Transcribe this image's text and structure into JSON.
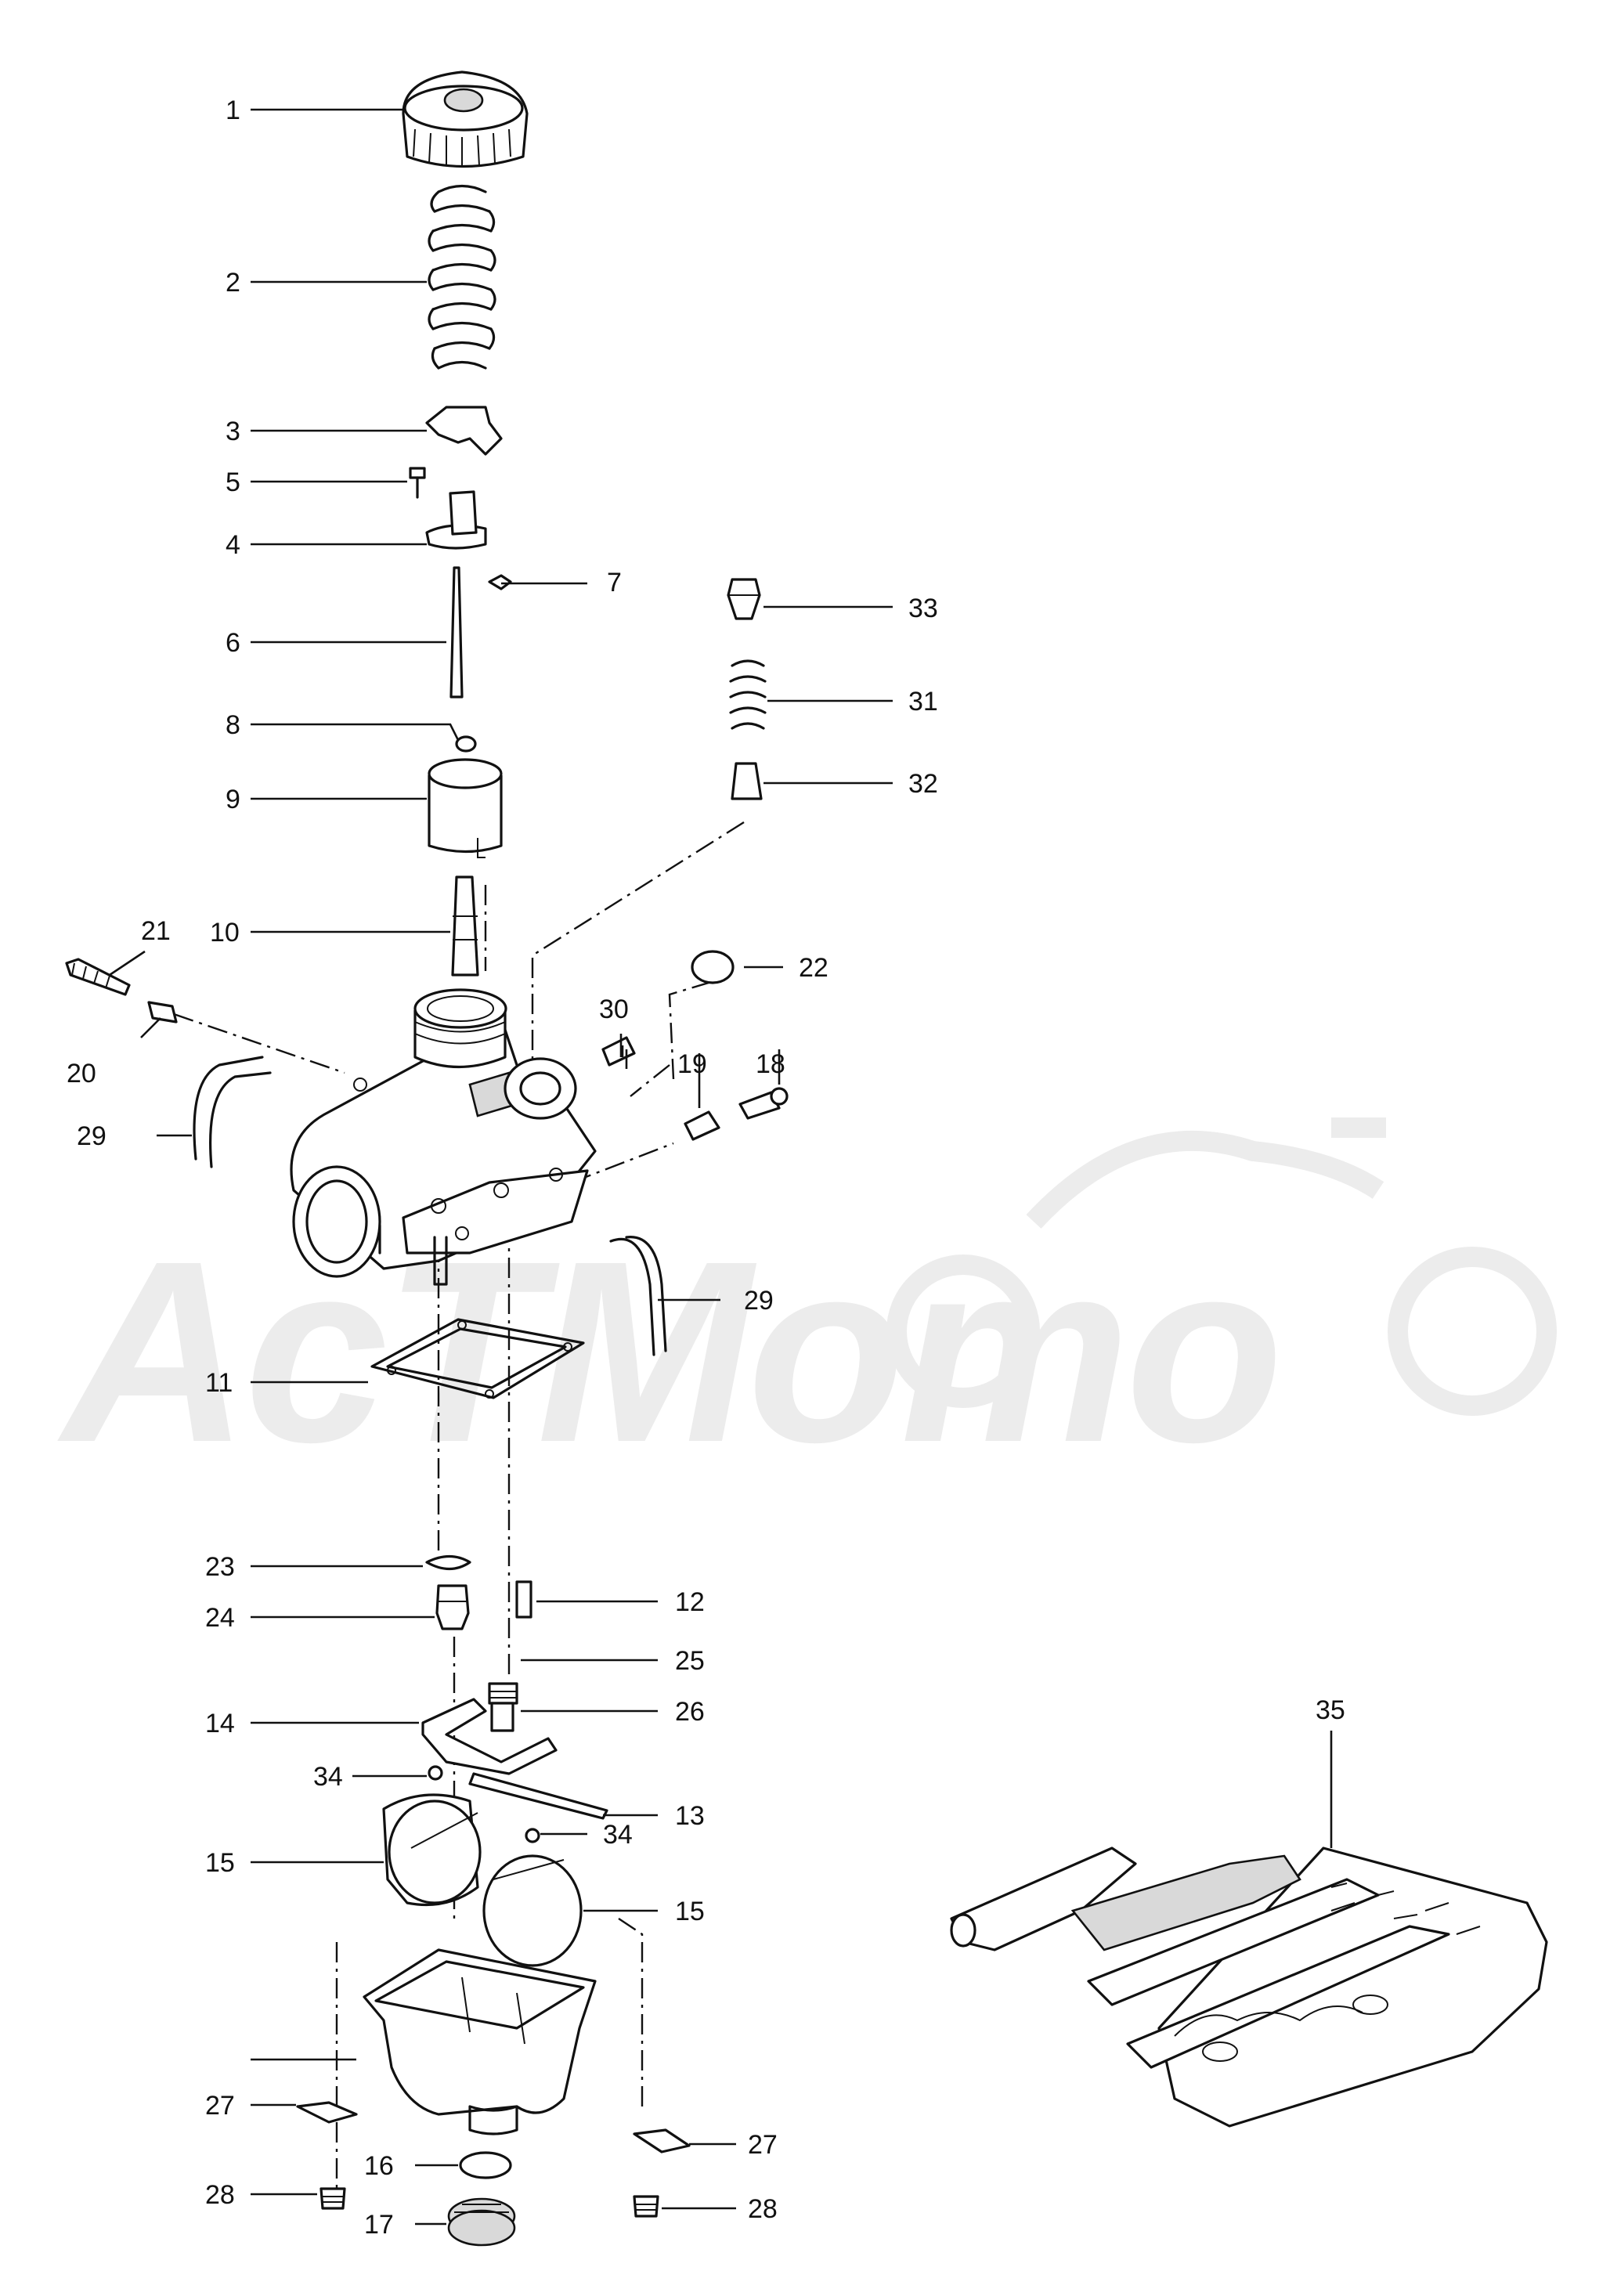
{
  "watermark": "AcTMomo",
  "labels": {
    "1": "1",
    "2": "2",
    "3": "3",
    "4": "4",
    "5": "5",
    "6": "6",
    "7": "7",
    "8": "8",
    "9": "9",
    "10": "10",
    "11": "11",
    "12": "12",
    "13": "13",
    "14": "14",
    "15": "15",
    "16": "16",
    "17": "17",
    "18": "18",
    "19": "19",
    "20": "20",
    "21": "21",
    "22": "22",
    "23": "23",
    "24": "24",
    "25": "25",
    "26": "26",
    "27": "27",
    "28": "28",
    "29": "29",
    "30": "30",
    "31": "31",
    "32": "32",
    "33": "33",
    "34": "34",
    "35": "35"
  }
}
